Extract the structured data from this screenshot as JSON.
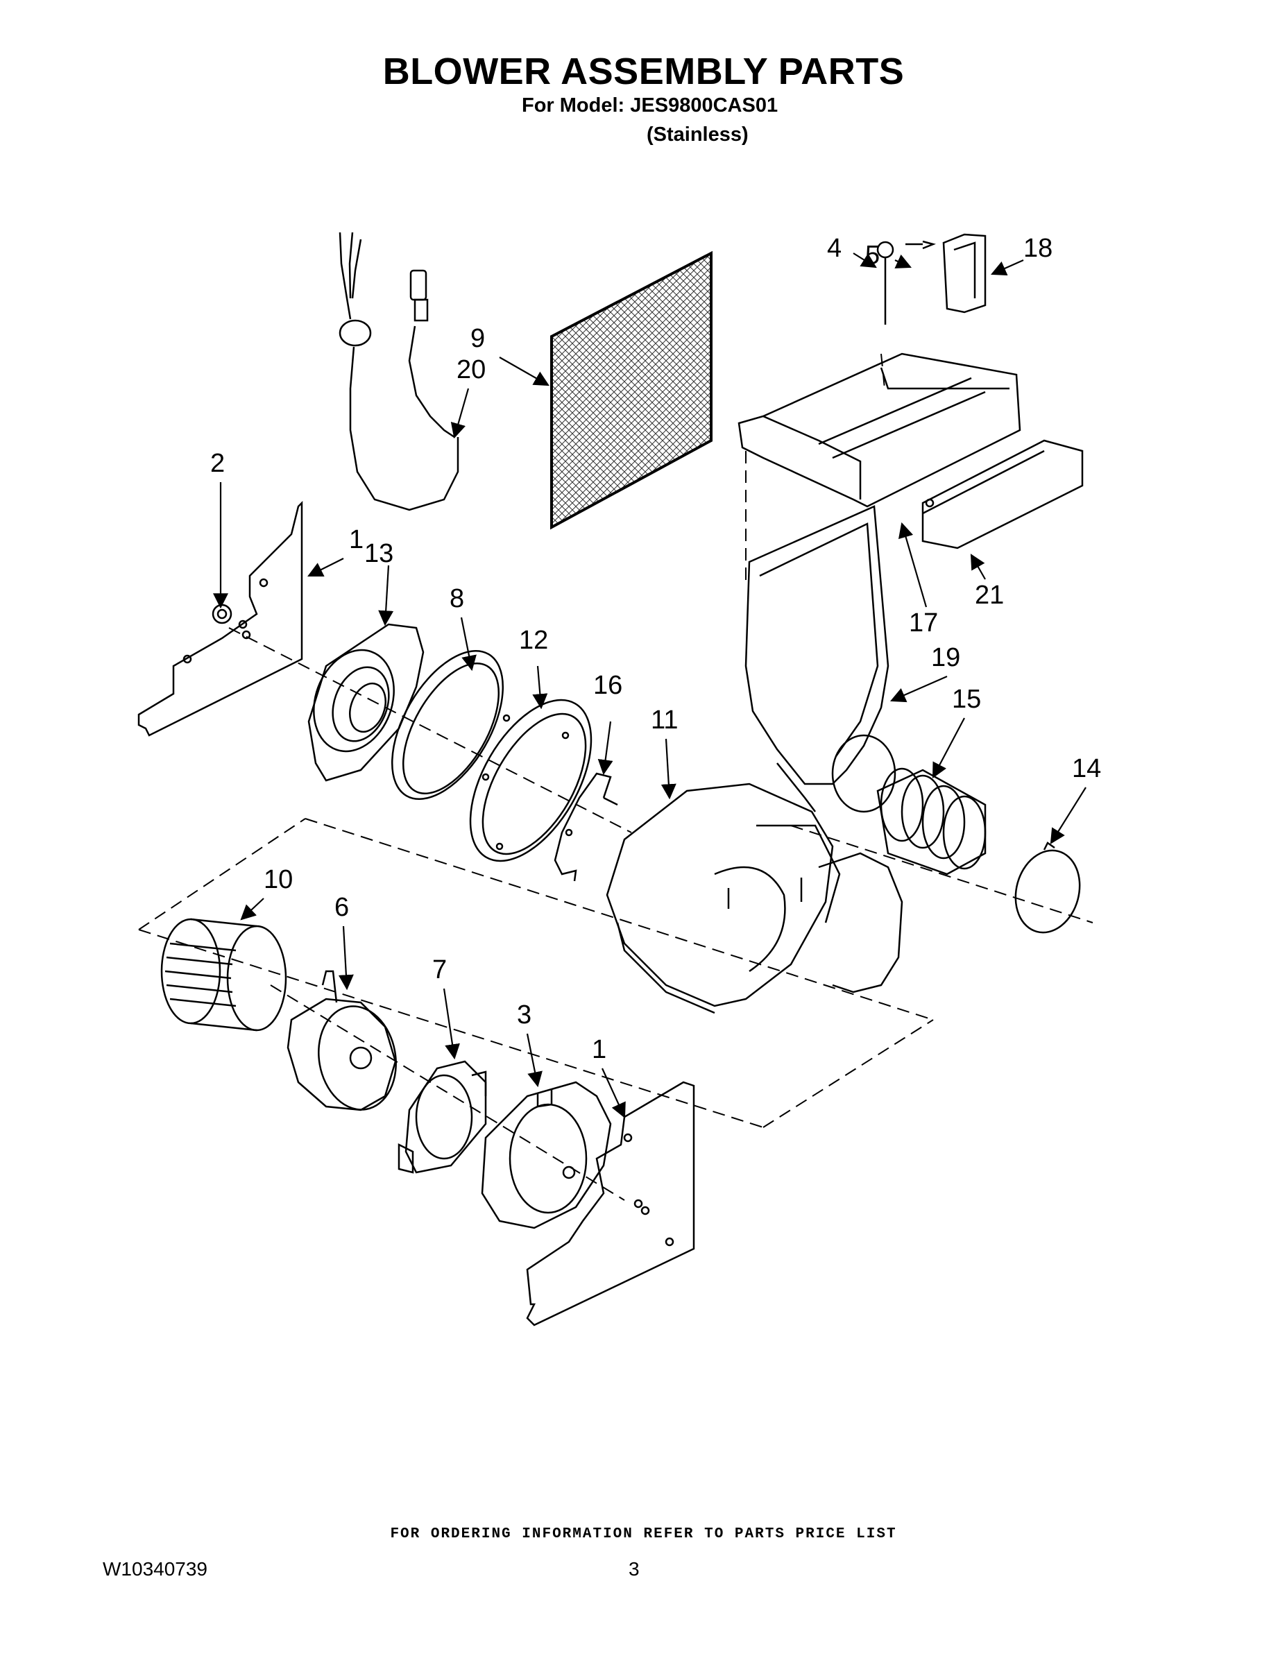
{
  "header": {
    "title": "BLOWER ASSEMBLY PARTS",
    "subtitle": "For Model: JES9800CAS01",
    "variant": "(Stainless)"
  },
  "callouts": {
    "c1_top": "1",
    "c13": "13",
    "c2": "2",
    "c8": "8",
    "c12": "12",
    "c16": "16",
    "c11": "11",
    "c9": "9",
    "c20": "20",
    "c4": "4",
    "c5": "5",
    "c18": "18",
    "c17": "17",
    "c21": "21",
    "c19": "19",
    "c15": "15",
    "c14": "14",
    "c10": "10",
    "c6": "6",
    "c7": "7",
    "c3": "3",
    "c1_bottom": "1"
  },
  "footer": {
    "note": "FOR ORDERING INFORMATION REFER TO PARTS PRICE LIST",
    "doc_number": "W10340739",
    "page": "3"
  }
}
